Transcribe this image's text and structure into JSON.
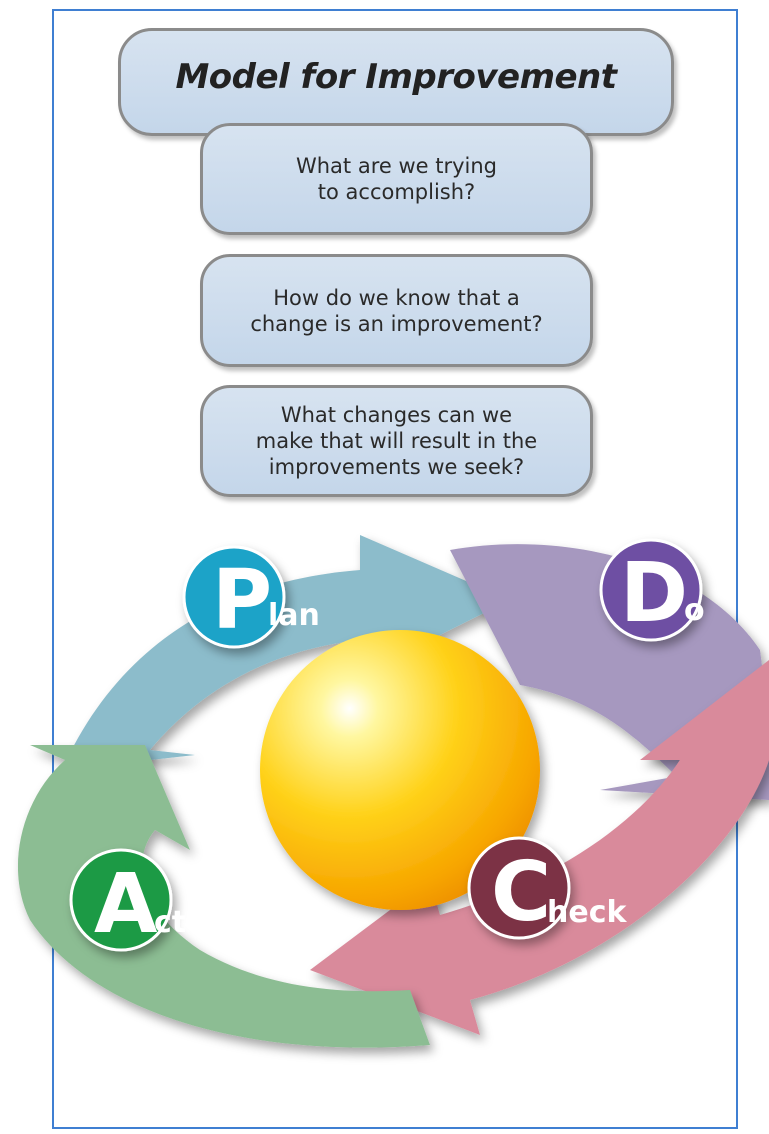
{
  "title": "Model for Improvement",
  "questions": [
    "What are we trying\nto accomplish?",
    "How do we know that a\nchange is an improvement?",
    "What changes can we\nmake that will result in the\nimprovements we seek?"
  ],
  "cycle": {
    "plan": {
      "letter": "P",
      "rest": "lan",
      "arrow_color": "#8cbccb",
      "badge_color": "#1aa3c8"
    },
    "do": {
      "letter": "D",
      "rest": "o",
      "arrow_color": "#a698bf",
      "badge_color": "#6e50a3"
    },
    "check": {
      "letter": "C",
      "rest": "heck",
      "arrow_color": "#d98a9b",
      "badge_color": "#7c3345"
    },
    "act": {
      "letter": "A",
      "rest": "ct",
      "arrow_color": "#8cbd93",
      "badge_color": "#1f9a44"
    }
  }
}
